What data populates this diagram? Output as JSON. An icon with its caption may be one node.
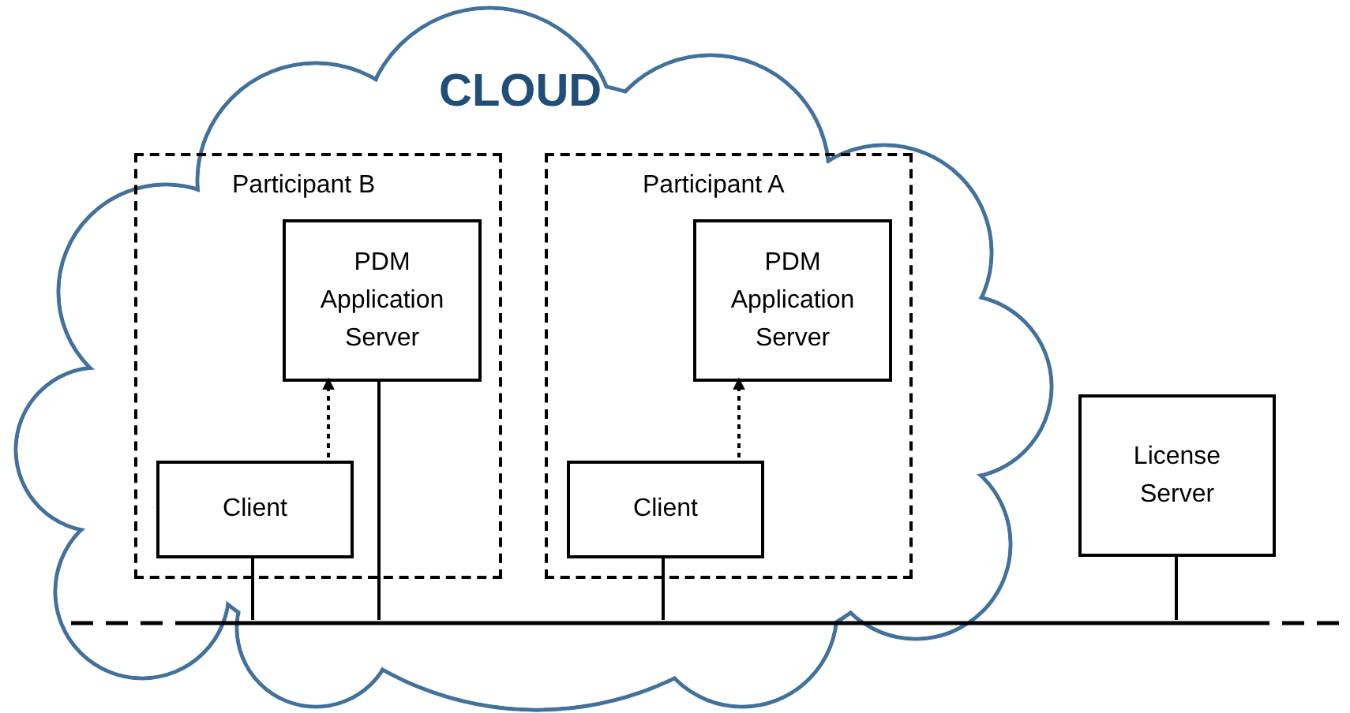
{
  "diagram": {
    "nodes": [
      {
        "text": [
          "Participant B"
        ]
      },
      {
        "text": [
          "PDM Application Server"
        ],
        "in": 0
      },
      {
        "text": [
          "Client"
        ],
        "in": 0
      },
      {
        "text": [
          "Participant A"
        ]
      },
      {
        "text": [
          "PDM Application Server"
        ],
        "in": 3
      },
      {
        "text": [
          "Client"
        ],
        "in": 3
      },
      {
        "text": [
          "License Server"
        ]
      },
      {
        "text": [],
        "shape": "bar"
      }
    ],
    "edges": [
      {
        "from": 2,
        "to": 1,
        "arrow": "to",
        "style": "dashed"
      },
      {
        "from": 5,
        "to": 4,
        "arrow": "to",
        "style": "dashed"
      },
      {
        "from": 2,
        "to": 7,
        "arrow": "none"
      },
      {
        "from": 1,
        "to": 7,
        "arrow": "none"
      },
      {
        "from": 5,
        "to": 7,
        "arrow": "none"
      },
      {
        "from": 6,
        "to": 7,
        "arrow": "none"
      }
    ],
    "labels": [
      "CLOUD"
    ]
  }
}
